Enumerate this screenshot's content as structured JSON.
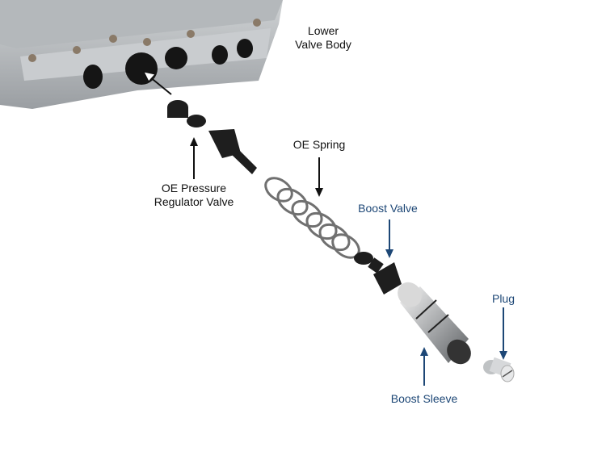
{
  "labels": {
    "lower_valve_body": [
      "Lower",
      "Valve Body"
    ],
    "oe_pressure_regulator_valve": [
      "OE Pressure",
      "Regulator Valve"
    ],
    "oe_spring": "OE Spring",
    "boost_valve": "Boost Valve",
    "plug": "Plug",
    "boost_sleeve": "Boost Sleeve"
  },
  "colors": {
    "oe_label": "#111111",
    "new_part_label": "#1d4776"
  }
}
